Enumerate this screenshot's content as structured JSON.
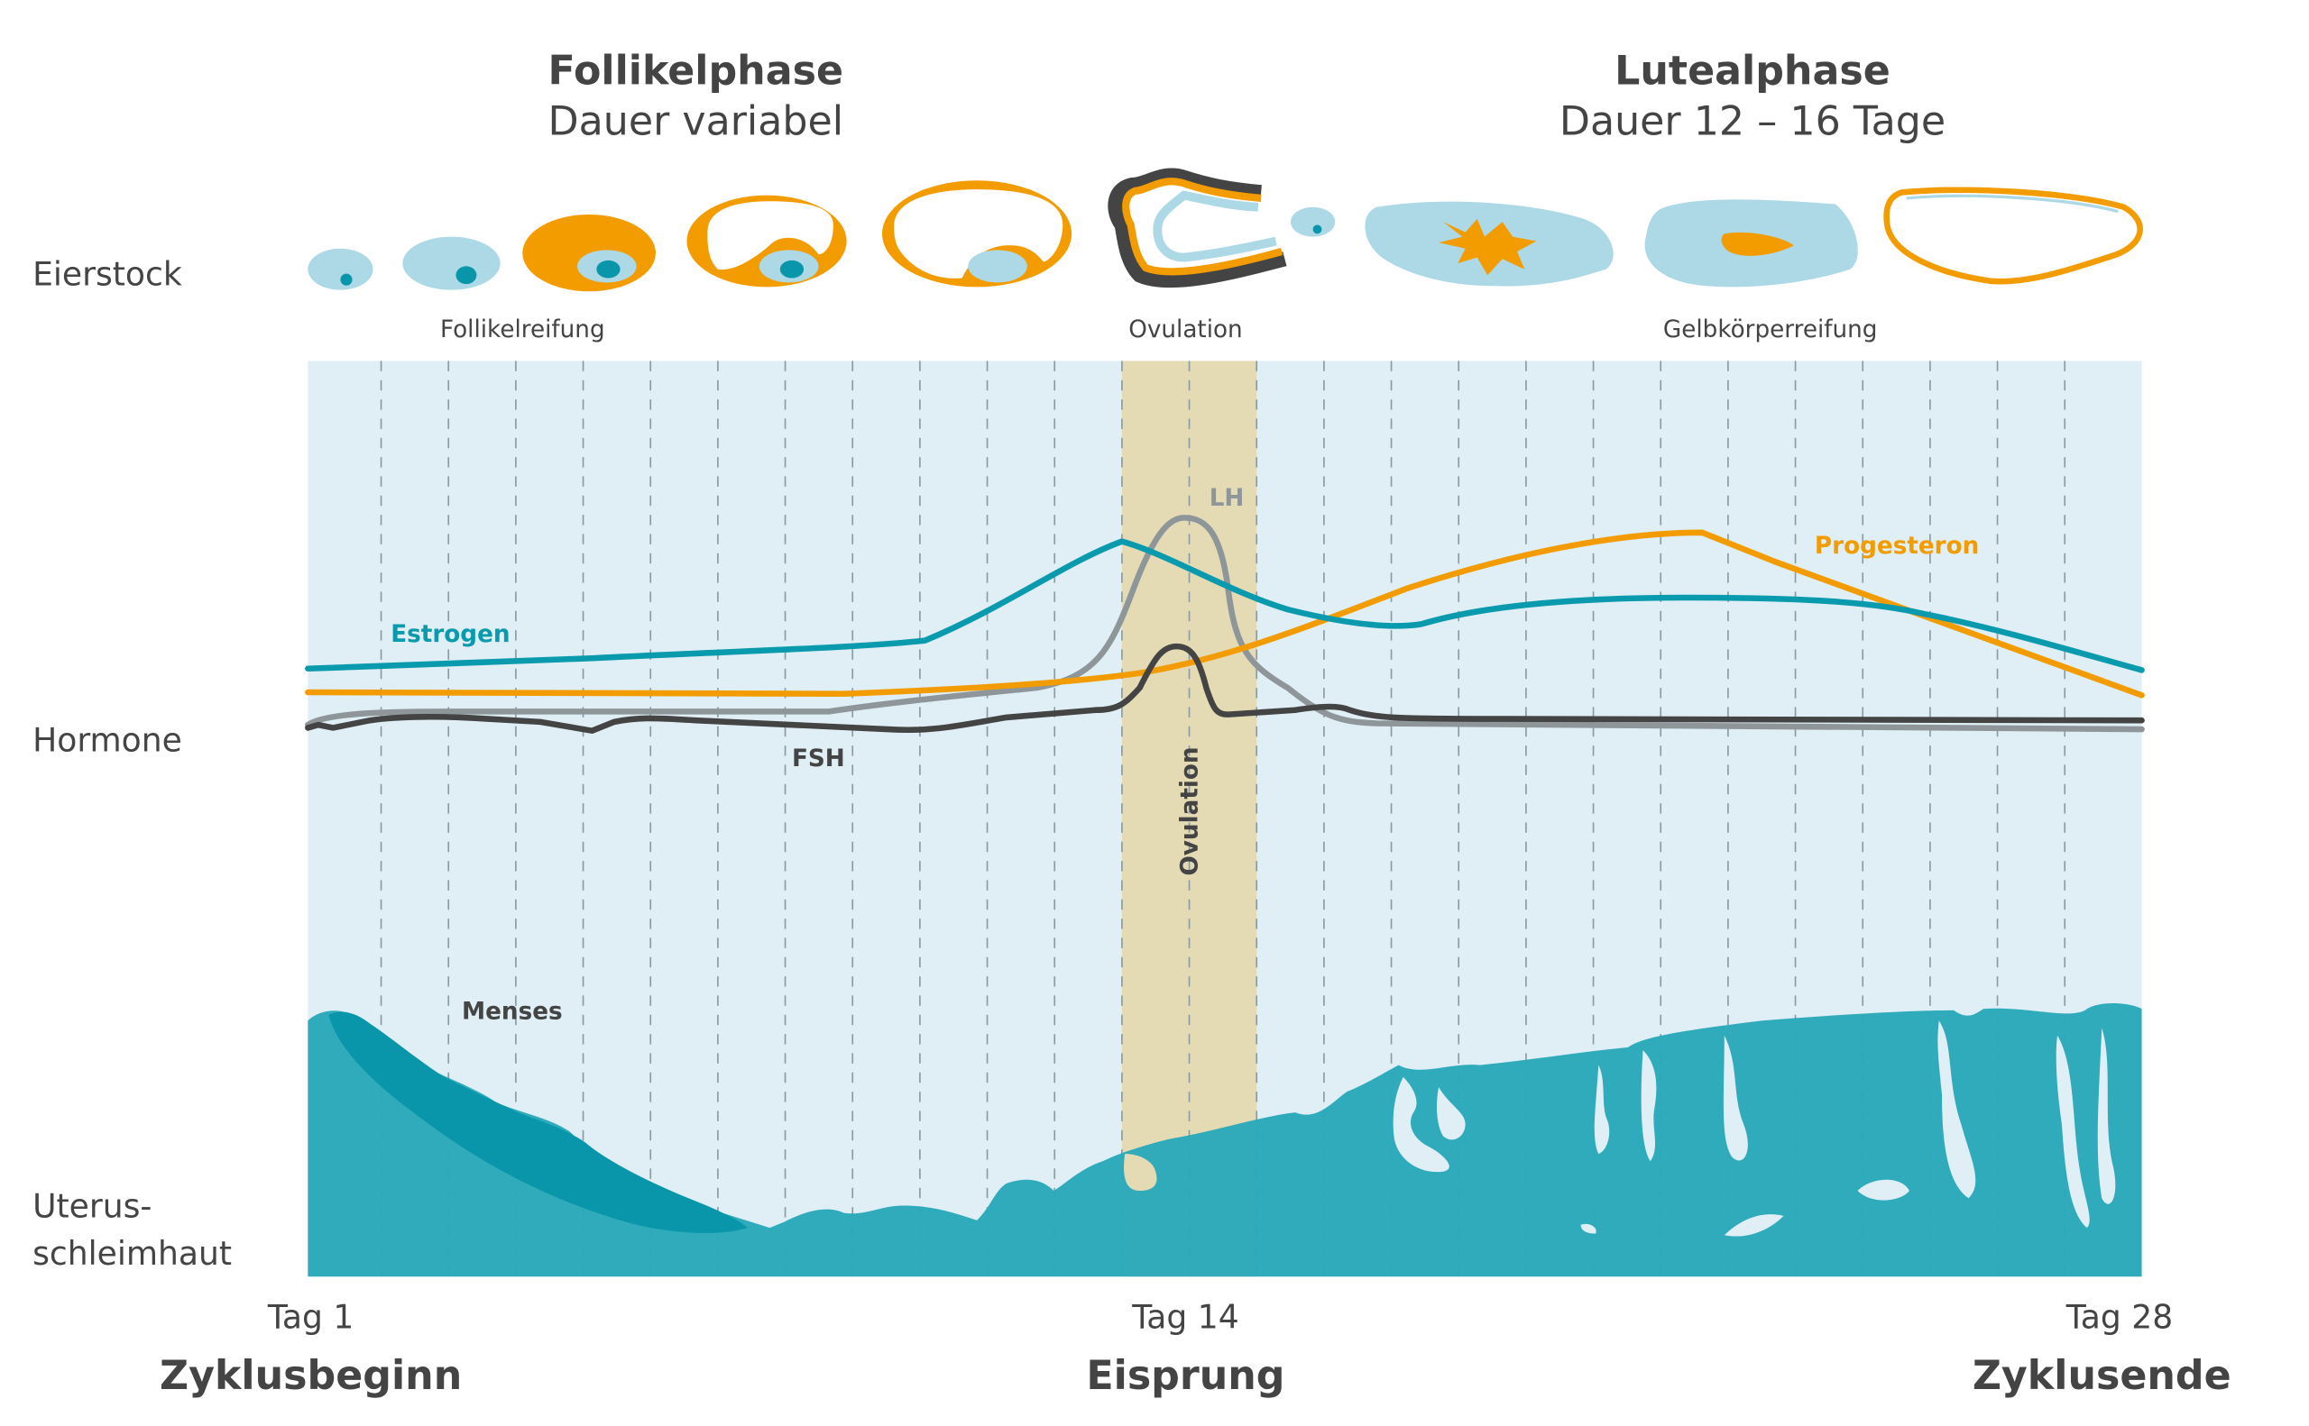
{
  "header": {
    "follicular": {
      "title": "Follikelphase",
      "subtitle": "Dauer variabel"
    },
    "luteal": {
      "title": "Lutealphase",
      "subtitle": "Dauer 12 – 16 Tage"
    }
  },
  "rows": {
    "ovary": "Eierstock",
    "hormones": "Hormone",
    "uterus_line1": "Uterus-",
    "uterus_line2": "schleimhaut"
  },
  "ovary_stages": {
    "follicle_maturation": "Follikelreifung",
    "ovulation": "Ovulation",
    "corpus_luteum_maturation": "Gelbkörperreifung"
  },
  "hormones": {
    "estrogen": {
      "label": "Estrogen",
      "color": "#0a9aad"
    },
    "progesterone": {
      "label": "Progesteron",
      "color": "#f39c00"
    },
    "lh": {
      "label": "LH",
      "color": "#8f9699"
    },
    "fsh": {
      "label": "FSH",
      "color": "#444444"
    }
  },
  "ovulation_band": {
    "label": "Ovulation",
    "color": "#e4dbb5"
  },
  "menses_label": "Menses",
  "axis": {
    "day1": "Tag 1",
    "day14": "Tag 14",
    "day28": "Tag 28"
  },
  "milestones": {
    "start": "Zyklusbeginn",
    "ovulation": "Eisprung",
    "end": "Zyklusende"
  },
  "colors": {
    "background_band": "#dfeff5",
    "lining": "#2aa8ba",
    "lining_dark": "#0a96aa",
    "light_blue": "#acd9e5",
    "orange": "#f39c00",
    "dark": "#444444"
  }
}
